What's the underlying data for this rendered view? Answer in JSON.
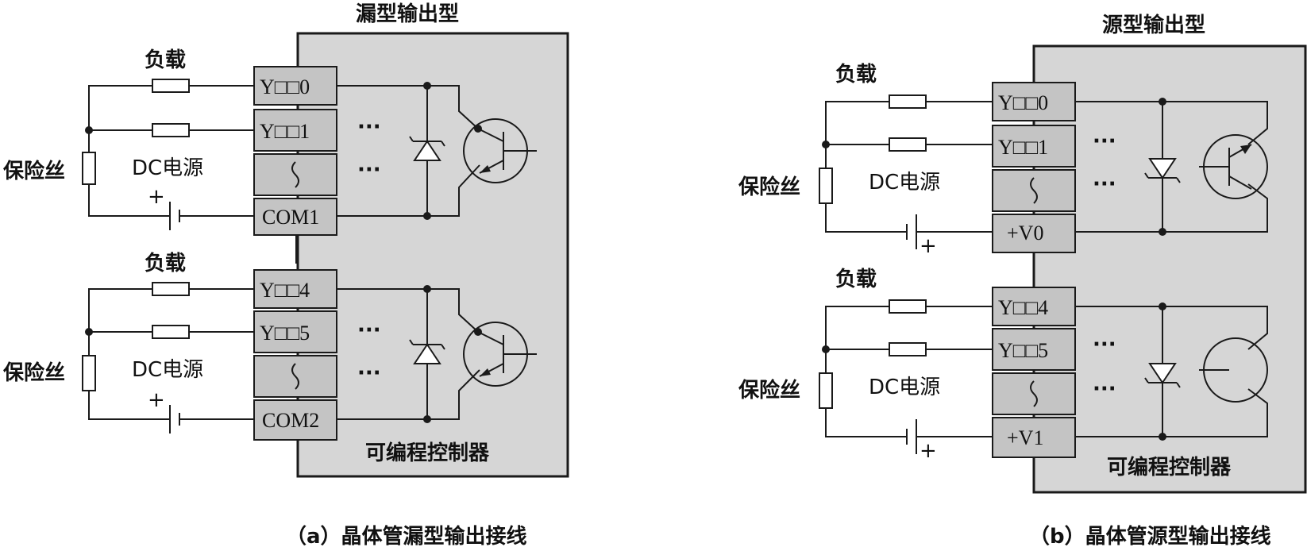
{
  "panels": [
    {
      "type_title": "漏型输出型",
      "caption": "（a）晶体管漏型输出接线",
      "controller_label": "可编程控制器",
      "groups": [
        {
          "terminals": [
            "Y□□0",
            "Y□□1",
            "~",
            "COM1"
          ],
          "load_label": "负载",
          "fuse_label": "保险丝",
          "dc_label": "DC电源",
          "battery_plus": "+"
        },
        {
          "terminals": [
            "Y□□4",
            "Y□□5",
            "~",
            "COM2"
          ],
          "load_label": "负载",
          "fuse_label": "保险丝",
          "dc_label": "DC电源",
          "battery_plus": "+"
        }
      ]
    },
    {
      "type_title": "源型输出型",
      "caption": "（b）晶体管源型输出接线",
      "controller_label": "可编程控制器",
      "groups": [
        {
          "terminals": [
            "Y□□0",
            "Y□□1",
            "~",
            "+V0"
          ],
          "load_label": "负载",
          "fuse_label": "保险丝",
          "dc_label": "DC电源",
          "battery_plus": "+"
        },
        {
          "terminals": [
            "Y□□4",
            "Y□□5",
            "~",
            "+V1"
          ],
          "load_label": "负载",
          "fuse_label": "保险丝",
          "dc_label": "DC电源",
          "battery_plus": "+"
        }
      ]
    }
  ],
  "ellipsis": "···"
}
